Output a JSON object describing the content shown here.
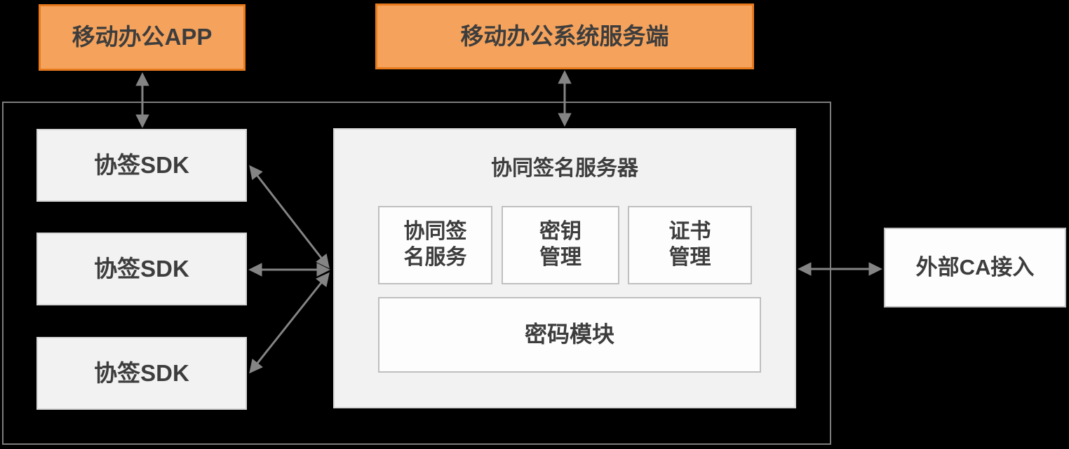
{
  "nodes": {
    "mobile_app": {
      "label": "移动办公APP"
    },
    "mobile_server": {
      "label": "移动办公系统服务端"
    },
    "sdk_list": [
      {
        "label": "协签SDK"
      },
      {
        "label": "协签SDK"
      },
      {
        "label": "协签SDK"
      }
    ],
    "sign_server": {
      "title": "协同签名服务器",
      "modules": [
        {
          "label": "协同签\n名服务"
        },
        {
          "label": "密钥\n管理"
        },
        {
          "label": "证书\n管理"
        }
      ],
      "crypto": {
        "label": "密码模块"
      }
    },
    "external_ca": {
      "label": "外部CA接入"
    }
  },
  "colors": {
    "orange_fill": "#F5A35C",
    "orange_border": "#E87A1E",
    "gray_fill": "#F2F2F2",
    "gray_border": "#D6D6D6",
    "white_fill": "#FDFDFD",
    "white_border": "#BFBFBF",
    "frame_border": "#7D7D7D",
    "arrow": "#848484",
    "text": "#3D3D3D"
  }
}
